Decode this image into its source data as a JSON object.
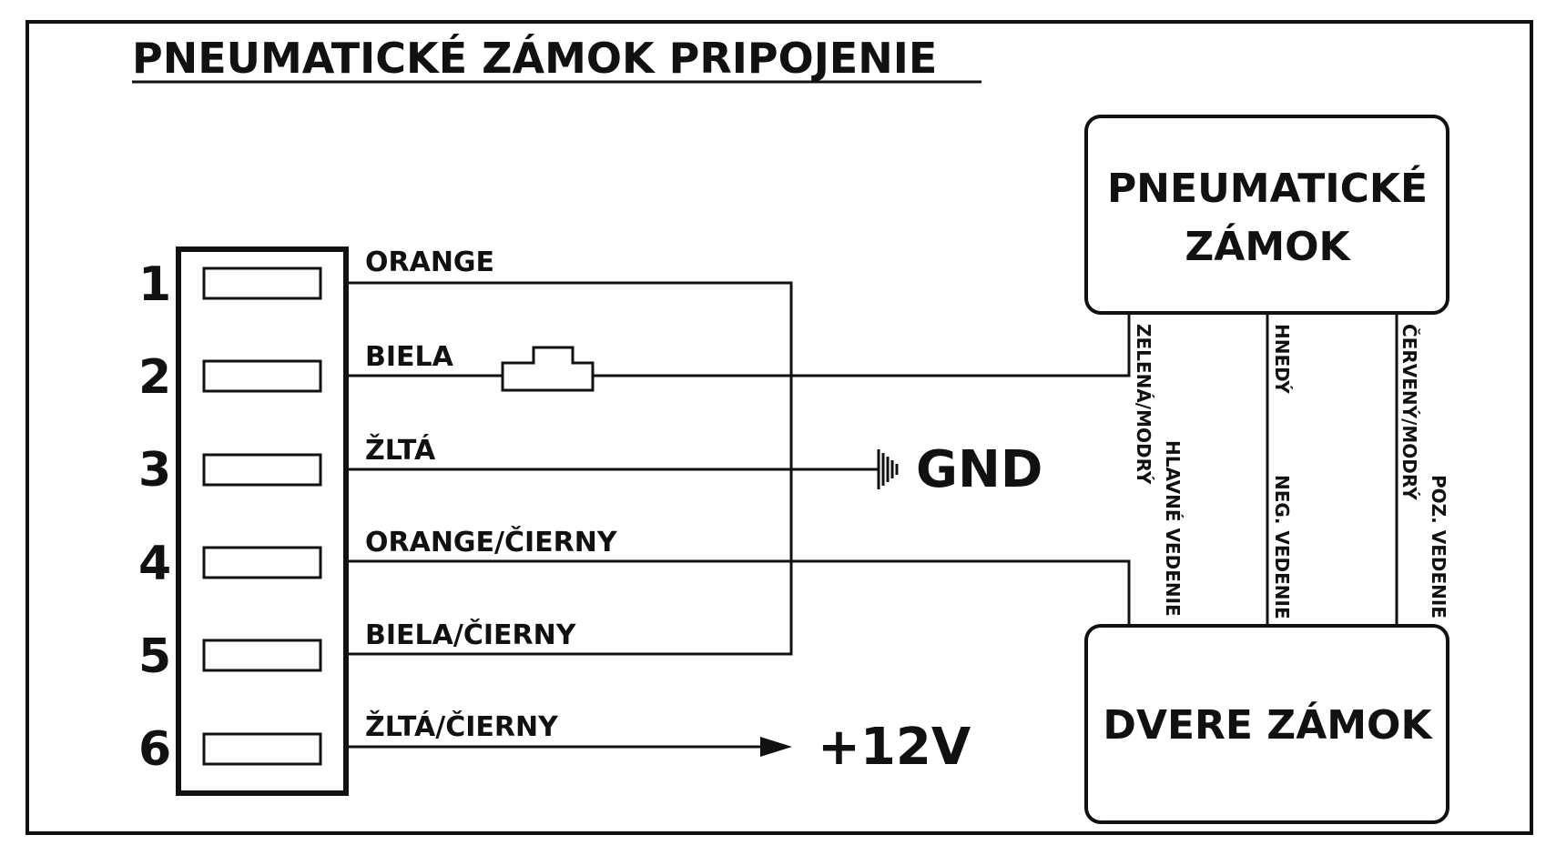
{
  "title": "PNEUMATICKÉ ZÁMOK PRIPOJENIE",
  "pins": [
    {
      "number": "1",
      "wire": "ORANGE"
    },
    {
      "number": "2",
      "wire": "BIELA"
    },
    {
      "number": "3",
      "wire": "ŽLTÁ"
    },
    {
      "number": "4",
      "wire": "ORANGE/ČIERNY"
    },
    {
      "number": "5",
      "wire": "BIELA/ČIERNY"
    },
    {
      "number": "6",
      "wire": "ŽLTÁ/ČIERNY"
    }
  ],
  "gnd_label": "GND",
  "power_label": "+12V",
  "pneumatic_box": {
    "line1": "PNEUMATICKÉ",
    "line2": "ZÁMOK"
  },
  "door_box": {
    "label": "DVERE ZÁMOK"
  },
  "vertical_wires": [
    {
      "color": "ZELENÁ/MODRÝ",
      "function": "HLAVNÉ VEDENIE"
    },
    {
      "color": "HNEDÝ",
      "function": "NEG. VEDENIE"
    },
    {
      "color": "ČERVENÝ/MODRÝ",
      "function": "POZ. VEDENIE"
    }
  ],
  "colors": {
    "ink": "#111111",
    "background": "#ffffff"
  }
}
